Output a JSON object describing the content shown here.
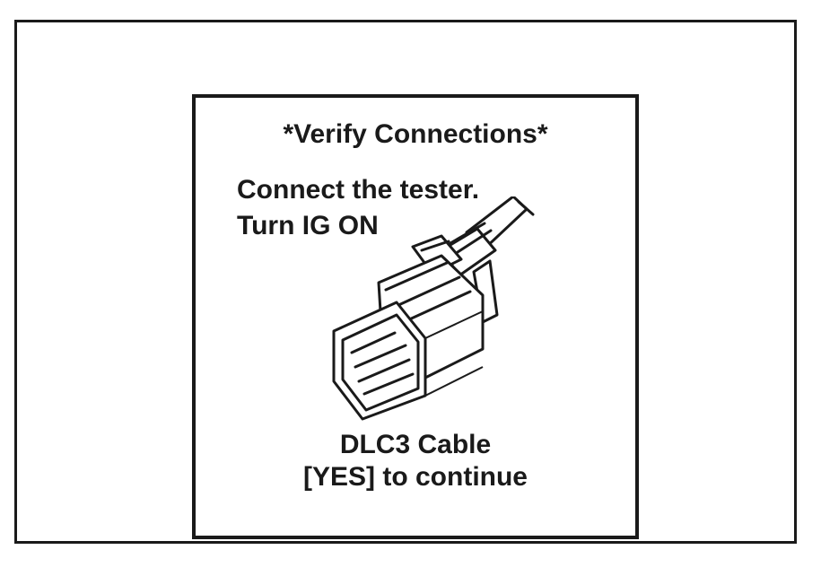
{
  "screen": {
    "title": "*Verify Connections*",
    "instruction_line1": "Connect the tester.",
    "instruction_line2": "Turn IG ON",
    "caption_line1": "DLC3 Cable",
    "caption_line2": "[YES] to continue",
    "illustration_icon": "dlc3-connector-icon"
  },
  "colors": {
    "ink": "#1a1a1a",
    "background": "#ffffff"
  }
}
